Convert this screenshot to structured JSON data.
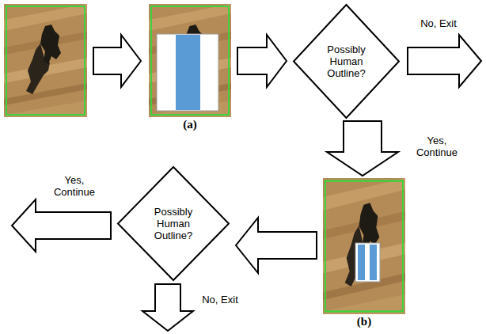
{
  "diagram": {
    "nodes": [
      {
        "text": [
          "(a)"
        ]
      },
      {
        "text": [
          "Possibly Human Outline?"
        ]
      },
      {
        "text": [
          "(b)"
        ]
      },
      {
        "text": [
          "Possibly Human Outline?"
        ]
      }
    ],
    "edges": [
      {
        "from": 0,
        "to": 1,
        "arrow": "to"
      },
      {
        "from": 1,
        "to": 2,
        "label": "Yes, Continue",
        "arrow": "to"
      },
      {
        "from": 2,
        "to": 3,
        "arrow": "to"
      }
    ],
    "labels": [
      "No, Exit",
      "Yes, Continue",
      "No, Exit"
    ]
  }
}
